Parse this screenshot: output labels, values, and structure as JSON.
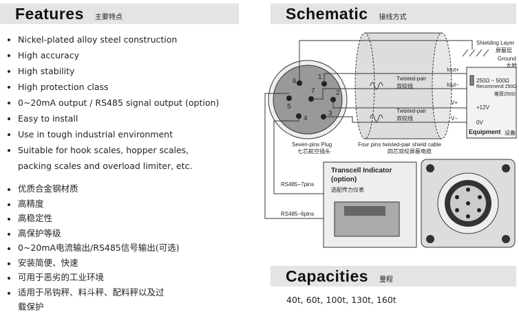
{
  "features": {
    "title": "Features",
    "subtitle": "主要特点",
    "items_en": [
      "Nickel-plated alloy steel construction",
      "High accuracy",
      "High stability",
      "High protection class",
      "0~20mA output / RS485 signal output (option)",
      "Easy to install",
      "Use in tough industrial environment",
      "Suitable for hook scales, hopper scales,",
      "packing scales and overload limiter, etc."
    ],
    "items_cn": [
      "优质合金钢材质",
      "高精度",
      "高稳定性",
      "高保护等级",
      "0~20mA电流输出/RS485信号输出(可选)",
      "安装简便、快速",
      "可用于恶劣的工业环境",
      "适用于吊钩秤、料斗秤、配料秤以及过",
      "载保护"
    ]
  },
  "schematic": {
    "title": "Schematic",
    "subtitle": "接线方式",
    "shielding": "Shielding Layer",
    "shielding_cn": "屏蔽层",
    "ground": "Ground",
    "ground_cn": "大地",
    "iout_plus": "Iout+",
    "iout_minus": "Iout−",
    "resistor": "250Ω ~ 500Ω",
    "recommend": "Recommend 250Ω",
    "recommend_cn": "推荐250Ω",
    "vplus": "V+",
    "vminus": "V−",
    "v12": "+12V",
    "v0": "0V",
    "equipment": "Equipment",
    "equipment_cn": "设备",
    "twisted": "Twisted-pair",
    "twisted_cn": "双绞线",
    "plug": "Seven-pins Plug",
    "plug_cn": "七芯航空插头",
    "cable": "Four pins twisted-pair shield cable",
    "cable_cn": "四芯双绞屏蔽电缆",
    "pins": [
      "1",
      "2",
      "3",
      "4",
      "5",
      "6",
      "7"
    ],
    "indicator": "Transcell Indicator",
    "indicator_opt": "(option)",
    "indicator_cn": "选配传力仪表",
    "rs485_7": "RS485−7pins",
    "rs485_6": "RS485−6pins"
  },
  "capacities": {
    "title": "Capacities",
    "subtitle": "量程",
    "values": "40t, 60t, 100t, 130t, 160t"
  }
}
